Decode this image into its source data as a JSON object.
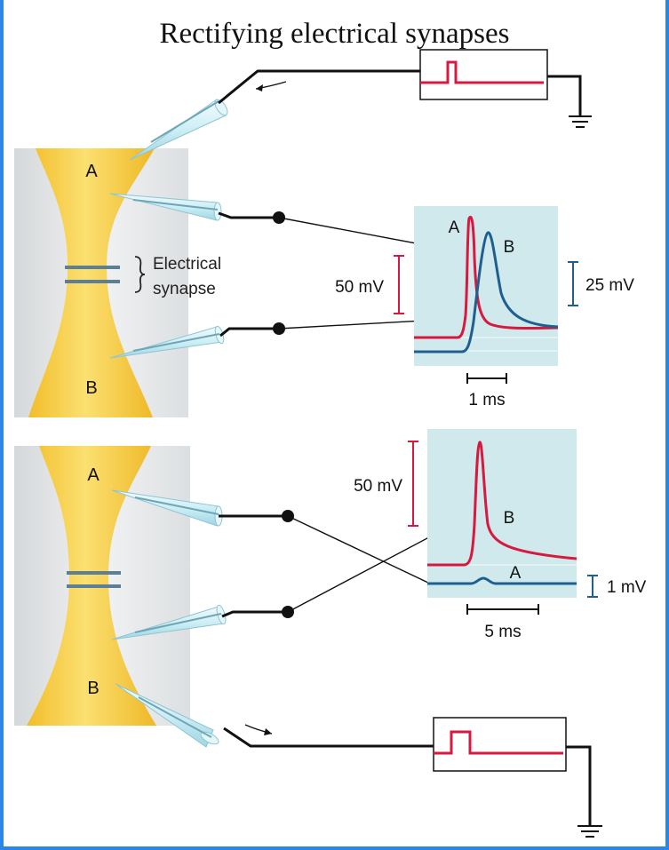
{
  "title": "Rectifying electrical synapses",
  "colors": {
    "frame": "#2b86e6",
    "cell_fill": "#f6cb3c",
    "trace_a": "#d7193f",
    "trace_b": "#1f5f8f",
    "recording_panel": "#cfe9ec",
    "gap_junction": "#5b7f97"
  },
  "top_panel": {
    "cell_a_label": "A",
    "cell_b_label": "B",
    "synapse_label_line1": "Electrical",
    "synapse_label_line2": "synapse",
    "trace_a_label": "A",
    "trace_b_label": "B",
    "scale_a_label": "50 mV",
    "scale_b_label": "25 mV",
    "time_scale_label": "1 ms",
    "stimulated_cell": "A"
  },
  "bottom_panel": {
    "cell_a_label": "A",
    "cell_b_label": "B",
    "trace_a_label": "A",
    "trace_b_label": "B",
    "scale_b_label": "50 mV",
    "scale_a_label": "1 mV",
    "time_scale_label": "5 ms",
    "stimulated_cell": "B"
  },
  "icons": [
    "stimulator-box",
    "ground-symbol",
    "micropipette-electrode",
    "current-arrow"
  ]
}
